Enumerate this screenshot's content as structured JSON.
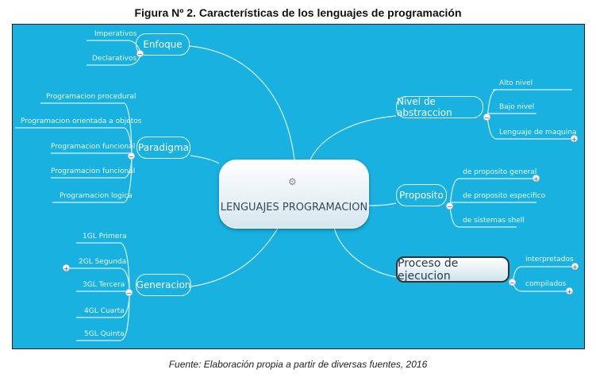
{
  "title": "Figura Nº 2. Características de los lenguajes de programación",
  "caption": "Fuente: Elaboración propia a partir de diversas fuentes, 2016",
  "center": "LENGUAJES PROGRAMACION",
  "branches": {
    "enfoque": {
      "label": "Enfoque",
      "children": [
        "Imperativos",
        "Declarativos"
      ]
    },
    "paradigma": {
      "label": "Paradigma",
      "children": [
        "Programacion procedural",
        "Programacion orientada a objetos",
        "Programacion funcional",
        "Programacion funcional",
        "Programacion logica"
      ]
    },
    "generacion": {
      "label": "Generacion",
      "children": [
        "1GL Primera",
        "2GL Segunda",
        "3GL Tercera",
        "4GL Cuarta",
        "5GL Quinta"
      ]
    },
    "nivel": {
      "label": "Nivel de abstraccion",
      "children": [
        "Alto nivel",
        "Bajo nivel",
        "Lenguaje de maquina"
      ]
    },
    "proposito": {
      "label": "Proposito",
      "children": [
        "de proposito general",
        "de proposito especifico",
        "de sistemas shell"
      ]
    },
    "proceso": {
      "label": "Proceso de ejecucion",
      "children": [
        "interpretados",
        "compilados"
      ]
    }
  }
}
